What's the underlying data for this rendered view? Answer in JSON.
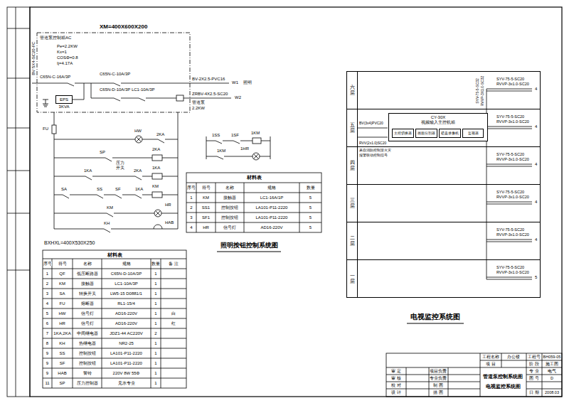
{
  "diagram": {
    "nodes": [
      {
        "text": [
          "EPS",
          "3KVA"
        ]
      },
      {
        "text": [
          "六层"
        ]
      },
      {
        "text": [
          "五层"
        ]
      },
      {
        "text": [
          "四层"
        ]
      },
      {
        "text": [
          "三层"
        ]
      },
      {
        "text": [
          "二层"
        ]
      },
      {
        "text": [
          "一层"
        ]
      },
      {
        "text": [
          "CY-30X",
          "视频输入主控机箱"
        ],
        "in": 2
      },
      {
        "text": [
          "主控切换器"
        ],
        "in": 7
      },
      {
        "text": [
          "画面分割器"
        ],
        "in": 7
      },
      {
        "text": [
          "硬盘录像机"
        ],
        "in": 7
      },
      {
        "text": [
          "监视器"
        ],
        "in": 7
      }
    ],
    "labels": [
      "XM=400X600X200",
      "管道泵控制箱AC",
      "Pe=2.2KW",
      "Kx=1",
      "COSΦ=0.8",
      "Ij=4.17A",
      "BV 5X4-SC20-FC",
      "C65N-C-16A/3P",
      "C65N-C-10A/3P",
      "C65N-D-10A/3P LC1-10A/3P",
      "BV-2X2.5-PVC16",
      "W1",
      "照明",
      "ZRBV-4X2.5-SC20",
      "W2",
      "管道泵",
      "2.2KW",
      "FU",
      "HW",
      "2KA",
      "SP",
      "压力",
      "开关",
      "2KA",
      "1KA",
      "2KA",
      "1KA",
      "SA",
      "SS",
      "SF",
      "1KA",
      "KM",
      "KM",
      "HR",
      "KH",
      "HAB",
      "BXHXL=400X530X250",
      "1SS",
      "1SF",
      "1KM",
      "1KM",
      "1HR",
      "照明按钮控制系统图",
      "电视监控系统图",
      "SYV-75-5-SC32",
      "RVVP-3X1.0-SC32",
      "SYV-75-5-SC20",
      "RVVP-3x1.0-SC20",
      "4",
      "SYV-75-5-SC20",
      "RVVP-3x1.0-SC20",
      "4",
      "SYV-75-5-SC20",
      "RVVP-3x1.0-SC20",
      "4",
      "SYV-75-5-SC20",
      "RVVP-3x1.0-SC20",
      "4",
      "SYV-75-5-SC20",
      "RVVP-3x1.0-SC20",
      "4",
      "SYV-75-5-SC20",
      "RVVP-3x1.0-SC20",
      "5",
      "BV(3x4)PVC20",
      "RVV(2x1.0)SC20",
      "来自消防控制室火灾",
      "报警联动控制信号",
      "审 定",
      "审 核",
      "校 对",
      "设 计",
      "项目负责",
      "专业负责",
      "制 图",
      "描 图",
      "工程名称",
      "办公楼",
      "项 目",
      "管道泵控制系统图",
      "电视监控系统图",
      "工程号",
      "BH059-05",
      "阶 段",
      "施工图",
      "专 业",
      "电气",
      "图 号",
      "D",
      "日 期",
      "2008.03",
      "材料表",
      "序号",
      "符号",
      "名称",
      "规格",
      "数量",
      "1",
      "KM",
      "接触器",
      "LC1-16A/1P",
      "5",
      "2",
      "SS1",
      "控制按钮",
      "LA101-P11-2220",
      "5",
      "3",
      "SF1",
      "控制按钮",
      "LA101-P11-2220",
      "5",
      "4",
      "HR",
      "信号灯",
      "AD16-220V",
      "5",
      "材料表",
      "序号",
      "符号",
      "名称",
      "规格",
      "数量",
      "备 注",
      "1",
      "QF",
      "低压断路器",
      "C65N-D-10A/3P",
      "1",
      "2",
      "KM",
      "接触器",
      "LC1-10A/3P",
      "1",
      "3",
      "SA",
      "转换开关",
      "LW5-15 D0881/1",
      "1",
      "4",
      "FU",
      "熔断器",
      "RL1-15/4",
      "1",
      "5",
      "HW",
      "信号灯",
      "AD16-220V",
      "1",
      "白",
      "6",
      "HR",
      "信号灯",
      "AD16-220V",
      "1",
      "红",
      "7",
      "1KA,2KA",
      "中间继电器",
      "JDZ1-44 AC220V",
      "2",
      "8",
      "KH",
      "热继电器",
      "NR2-25",
      "1",
      "9",
      "SS",
      "控制按钮",
      "LA101-P11-2220",
      "1",
      "9",
      "SF",
      "控制按钮",
      "LA101-P11-2220",
      "1",
      "9",
      "HAB",
      "警铃",
      "220V 8W 55Φ",
      "1",
      "11",
      "SP",
      "压力控制器",
      "见水专业",
      "1"
    ]
  }
}
